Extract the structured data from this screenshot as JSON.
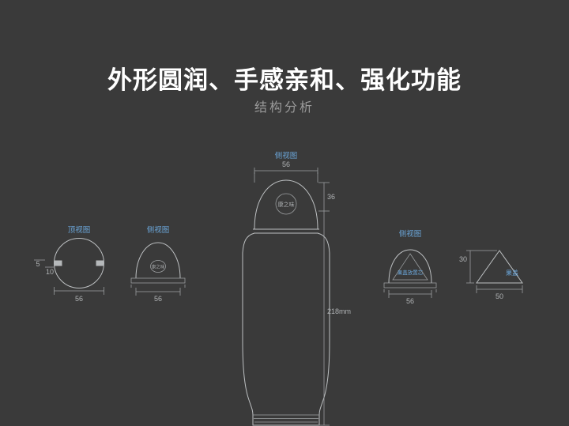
{
  "page": {
    "title": "外形圆润、手感亲和、强化功能",
    "subtitle": "结构分析"
  },
  "colors": {
    "background": "#3a3a3a",
    "line": "#bdc0c2",
    "accent_blue": "#6ba6d9",
    "dim_text": "#b0b3b5",
    "title_text": "#ffffff",
    "subtitle_text": "#9a9a9a"
  },
  "views": {
    "top": {
      "label": "顶视图",
      "dim_width": "56",
      "dim_notch_depth": "5",
      "dim_notch_width": "10"
    },
    "cap_side": {
      "label": "侧视图",
      "logo": "康之味",
      "dim_width": "56"
    },
    "bottle": {
      "label": "侧视图",
      "logo": "康之味",
      "dim_top_width": "56",
      "dim_cap_height": "36",
      "dim_total_height": "218mm"
    },
    "cap_section": {
      "label": "侧视图",
      "inner_label": "果盖放置芯",
      "dim_width": "56"
    },
    "fruit_cap": {
      "label": "果盖",
      "dim_height": "30",
      "dim_width": "50"
    }
  }
}
